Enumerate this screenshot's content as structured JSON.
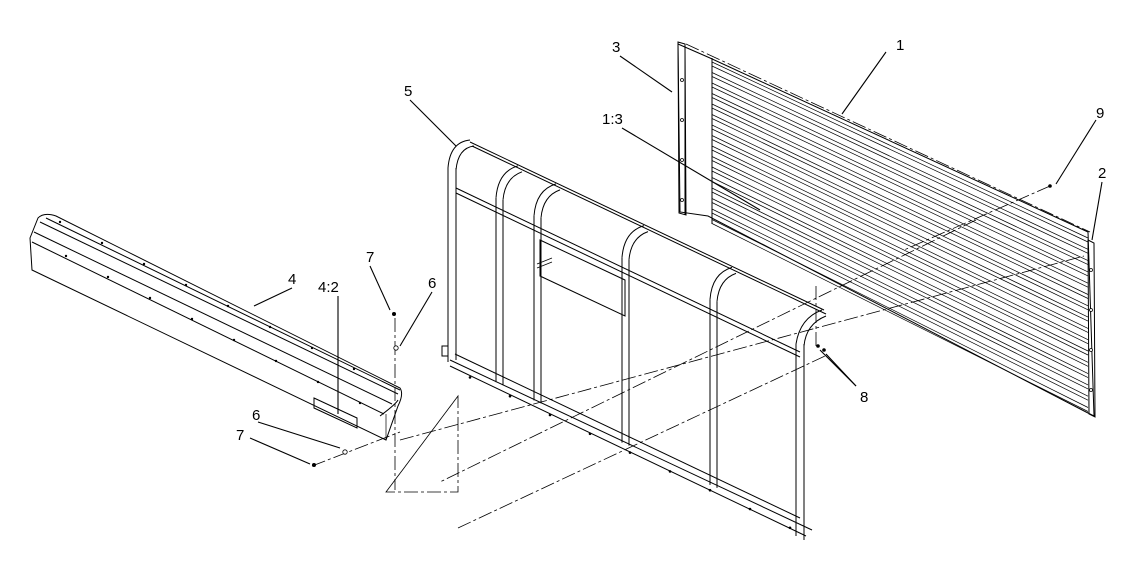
{
  "callouts": {
    "c1": "1",
    "c2": "2",
    "c3": "3",
    "c4": "4",
    "c5": "5",
    "c6a": "6",
    "c6b": "6",
    "c7a": "7",
    "c7b": "7",
    "c8": "8",
    "c9": "9",
    "c13": "1:3",
    "c42": "4:2"
  }
}
